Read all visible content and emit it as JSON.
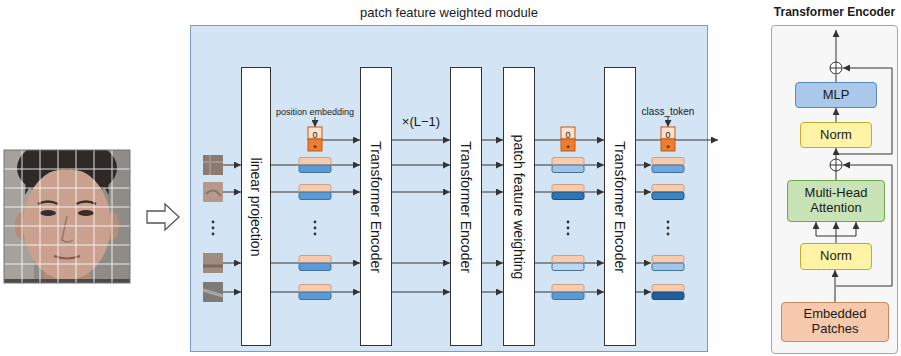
{
  "diagram": {
    "nodes": [
      {
        "text": [
          "patch feature weighted module"
        ]
      },
      {
        "text": [
          "linear projection"
        ],
        "in": 0
      },
      {
        "text": [
          "Transformer Encoder"
        ],
        "in": 0
      },
      {
        "text": [
          "Transformer Encoder"
        ],
        "in": 0
      },
      {
        "text": [
          "patch feature weighting"
        ],
        "in": 0
      },
      {
        "text": [
          "Transformer Encoder"
        ],
        "in": 0
      },
      {
        "text": [
          "Transformer Encoder"
        ]
      },
      {
        "text": [
          "MLP"
        ],
        "in": 6
      },
      {
        "text": [
          "Norm"
        ],
        "in": 6
      },
      {
        "text": [
          "Multi-Head Attention"
        ],
        "in": 6
      },
      {
        "text": [
          "Norm"
        ],
        "in": 6
      },
      {
        "text": [
          "Embedded Patches"
        ],
        "in": 6
      }
    ],
    "edges": [
      {
        "from": 1,
        "to": 2,
        "arrow": "to"
      },
      {
        "from": 2,
        "to": 3,
        "arrow": "to",
        "label": "×(L−1)"
      },
      {
        "from": 3,
        "to": 4,
        "arrow": "to"
      },
      {
        "from": 4,
        "to": 5,
        "arrow": "to"
      },
      {
        "from": 11,
        "to": 10,
        "arrow": "to"
      },
      {
        "from": 10,
        "to": 9,
        "arrow": "to"
      },
      {
        "from": 9,
        "to": 8,
        "arrow": "to"
      },
      {
        "from": 8,
        "to": 7,
        "arrow": "to"
      }
    ],
    "labels": [
      "position embedding",
      "0",
      "*",
      "0",
      "*",
      "class_token",
      "0",
      "*"
    ]
  }
}
